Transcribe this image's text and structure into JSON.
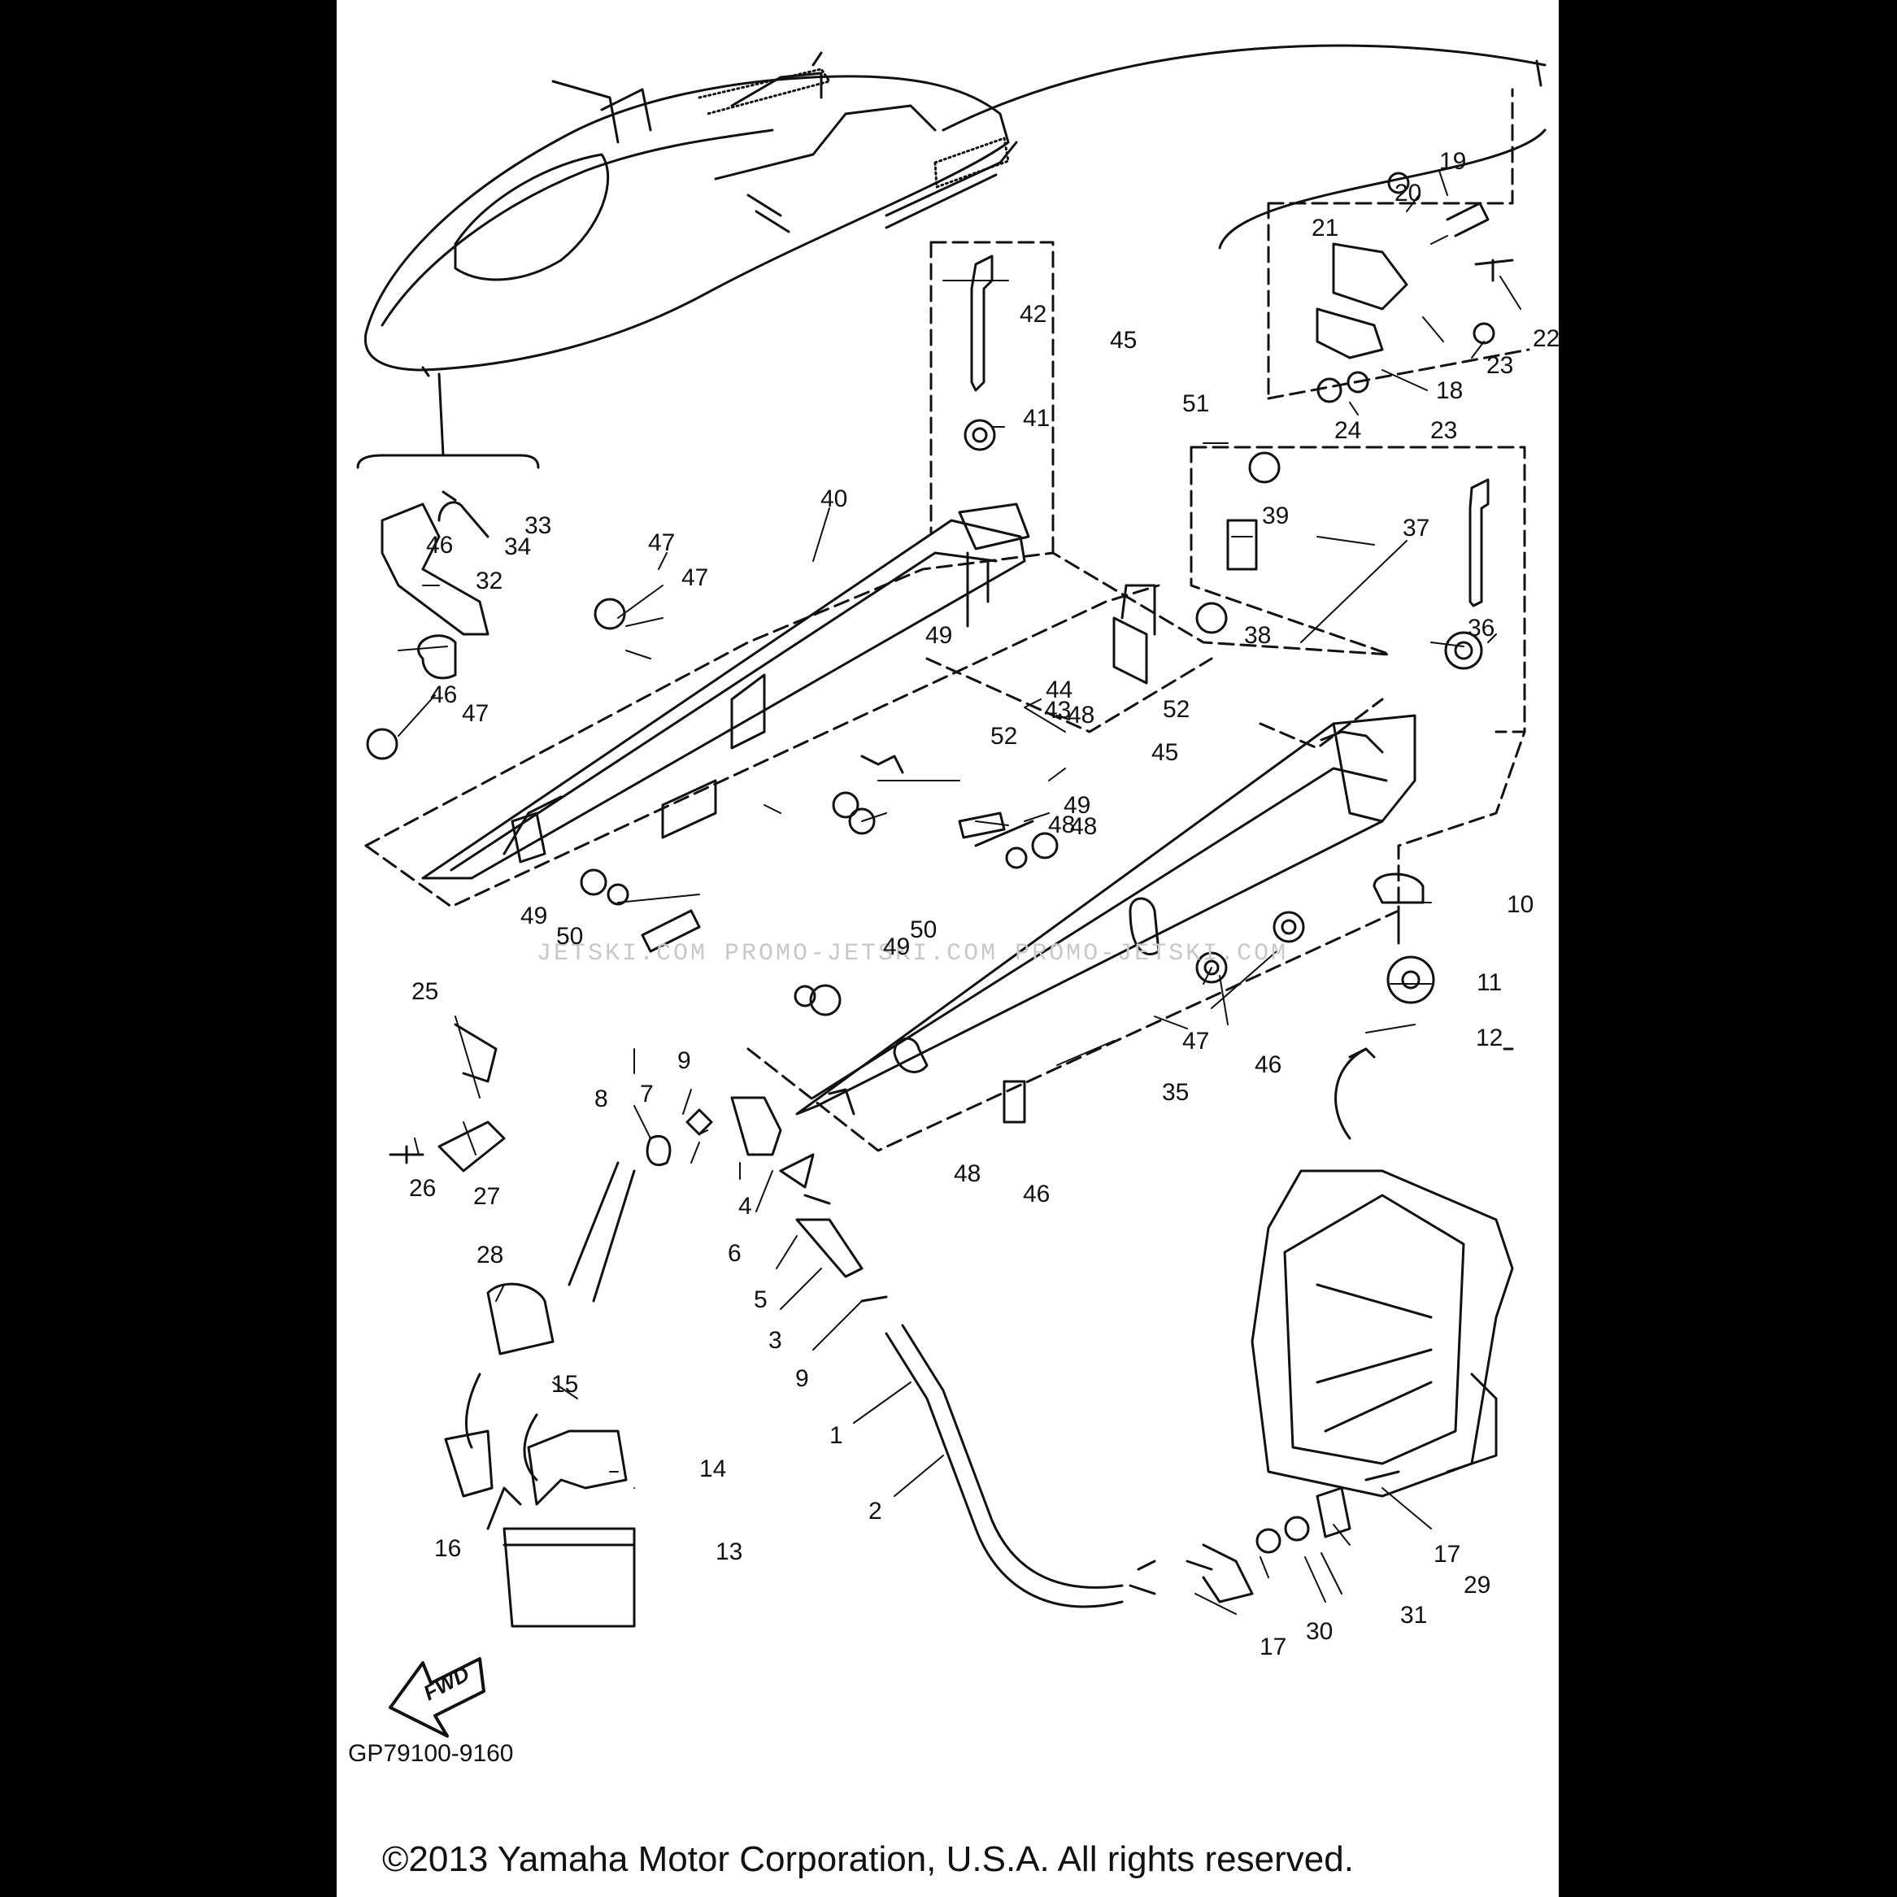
{
  "watermark": "JETSKI.COM   PROMO-JETSKI.COM   PROMO-JETSKI.COM",
  "fwd_label": "FWD",
  "part_number": "GP79100-9160",
  "copyright": "©2013 Yamaha Motor Corporation, U.S.A. All rights reserved.",
  "callouts": [
    "1",
    "2",
    "3",
    "4",
    "5",
    "6",
    "7",
    "8",
    "9",
    "9",
    "10",
    "11",
    "12",
    "13",
    "14",
    "15",
    "16",
    "17",
    "17",
    "18",
    "19",
    "20",
    "21",
    "22",
    "23",
    "23",
    "24",
    "25",
    "26",
    "27",
    "28",
    "29",
    "30",
    "31",
    "32",
    "33",
    "34",
    "35",
    "36",
    "37",
    "38",
    "39",
    "40",
    "41",
    "42",
    "43",
    "44",
    "45",
    "45",
    "46",
    "46",
    "46",
    "46",
    "47",
    "47",
    "47",
    "47",
    "48",
    "48",
    "48",
    "48",
    "49",
    "49",
    "49",
    "49",
    "50",
    "50",
    "51",
    "52",
    "52"
  ],
  "colors": {
    "background": "#000000",
    "sheet": "#ffffff",
    "ink": "#111111",
    "watermark": "#c8c8c8"
  }
}
